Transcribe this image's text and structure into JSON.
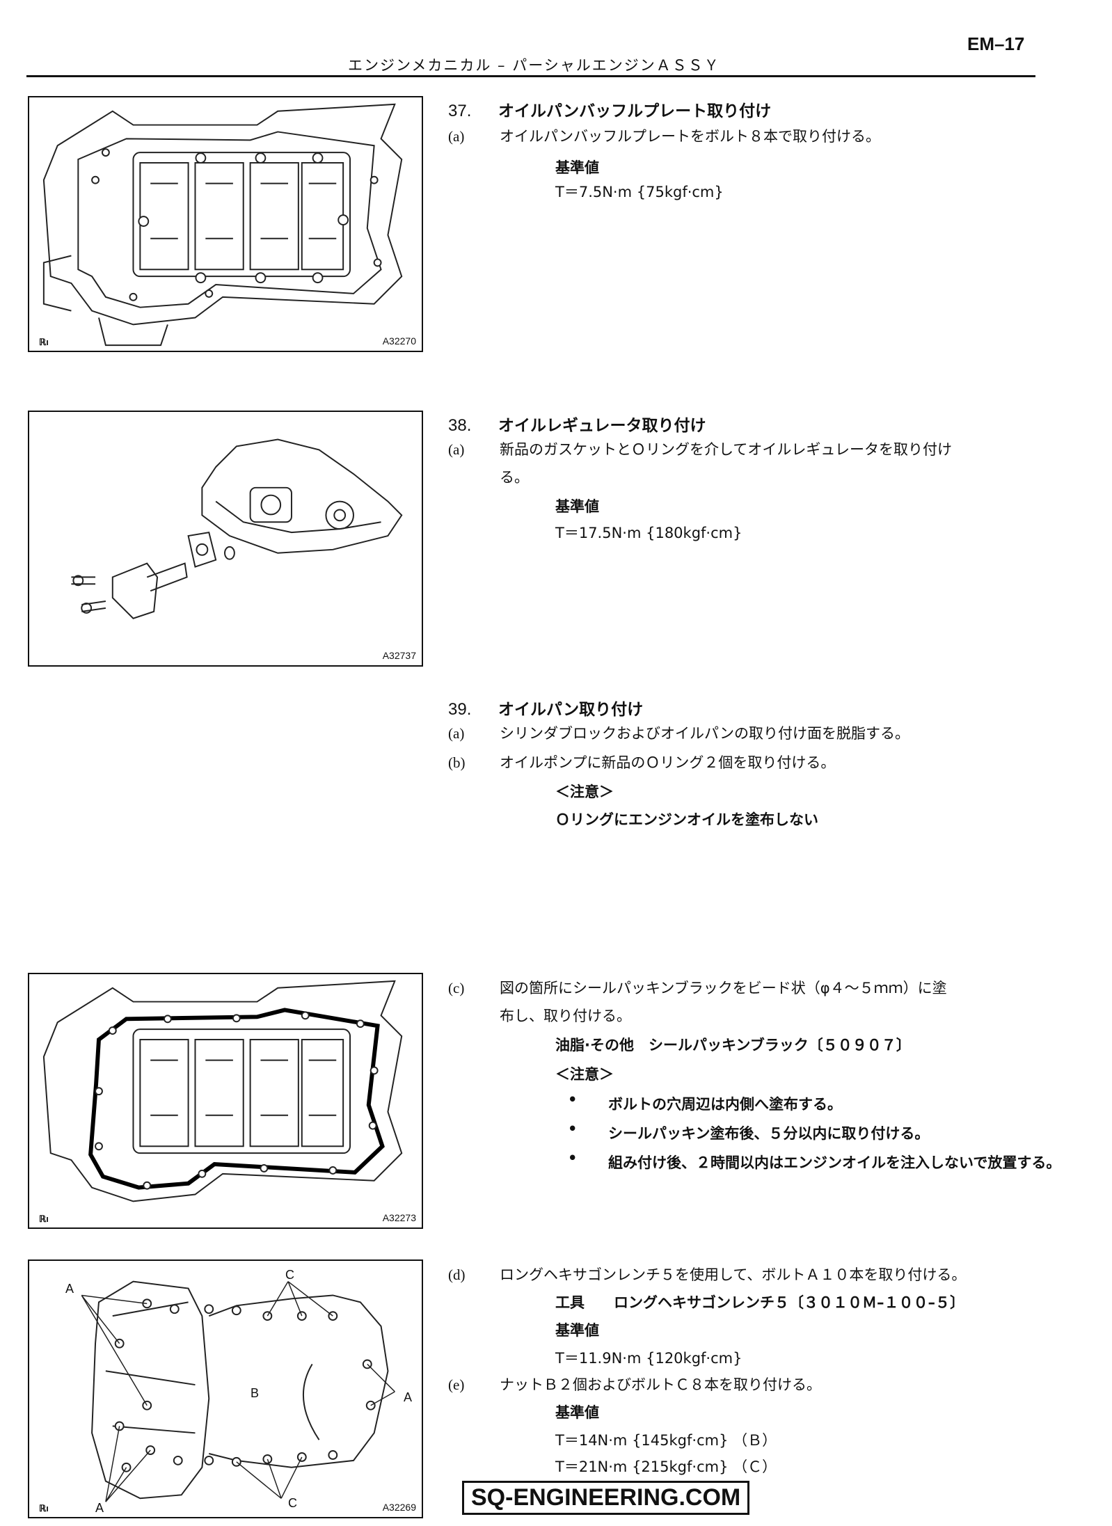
{
  "header": {
    "page_number": "EM–17",
    "running_title": "エンジンメカニカル – パーシャルエンジンＡＳＳＹ"
  },
  "figures": {
    "fig1": "A32270",
    "fig2": "A32737",
    "fig3": "A32273",
    "fig4": "A32269",
    "mark": "ℝı"
  },
  "step37": {
    "num": "37.",
    "title": "オイルパンバッフルプレート取り付け",
    "a_label": "(a)",
    "a_text": "オイルパンバッフルプレートをボルト８本で取り付ける。",
    "std_label": "基準値",
    "torque": "T＝7.5N·m {75kgf·cm}"
  },
  "step38": {
    "num": "38.",
    "title": "オイルレギュレータ取り付け",
    "a_label": "(a)",
    "a_text_1": "新品のガスケットとＯリングを介してオイルレギュレータを取り付け",
    "a_text_2": "る。",
    "std_label": "基準値",
    "torque": "T＝17.5N·m {180kgf·cm}"
  },
  "step39": {
    "num": "39.",
    "title": "オイルパン取り付け",
    "a_label": "(a)",
    "a_text": "シリンダブロックおよびオイルパンの取り付け面を脱脂する。",
    "b_label": "(b)",
    "b_text": "オイルポンプに新品のＯリング２個を取り付ける。",
    "b_caution": "＜注意＞",
    "b_caution_text": "Ｏリングにエンジンオイルを塗布しない",
    "c_label": "(c)",
    "c_text_1": "図の箇所にシールパッキンブラックをビード状（φ４～５ｍｍ）に塗",
    "c_text_2": "布し、取り付ける。",
    "c_material": "油脂·その他　シールパッキンブラック〔５０９０７〕",
    "c_caution": "＜注意＞",
    "c_bullets": [
      "ボルトの穴周辺は内側へ塗布する。",
      "シールパッキン塗布後、５分以内に取り付ける。",
      "組み付け後、２時間以内はエンジンオイルを注入しないで放置する。"
    ],
    "bullet_mark": "•",
    "d_label": "(d)",
    "d_text": "ロングヘキサゴンレンチ５を使用して、ボルトＡ１０本を取り付ける。",
    "d_tool": "工具　　ロングヘキサゴンレンチ５〔３０１０Ｍ–１００–５〕",
    "d_std_label": "基準値",
    "d_torque": "T＝11.9N·m {120kgf·cm}",
    "e_label": "(e)",
    "e_text": "ナットＢ２個およびボルトＣ８本を取り付ける。",
    "e_std_label": "基準値",
    "e_torque_b": "T＝14N·m {145kgf·cm} （Ｂ）",
    "e_torque_c": "T＝21N·m {215kgf·cm} （Ｃ）"
  },
  "fig4_labels": {
    "a": "A",
    "b": "B",
    "c": "C"
  },
  "footer": {
    "brand": "SQ-ENGINEERING.COM"
  }
}
